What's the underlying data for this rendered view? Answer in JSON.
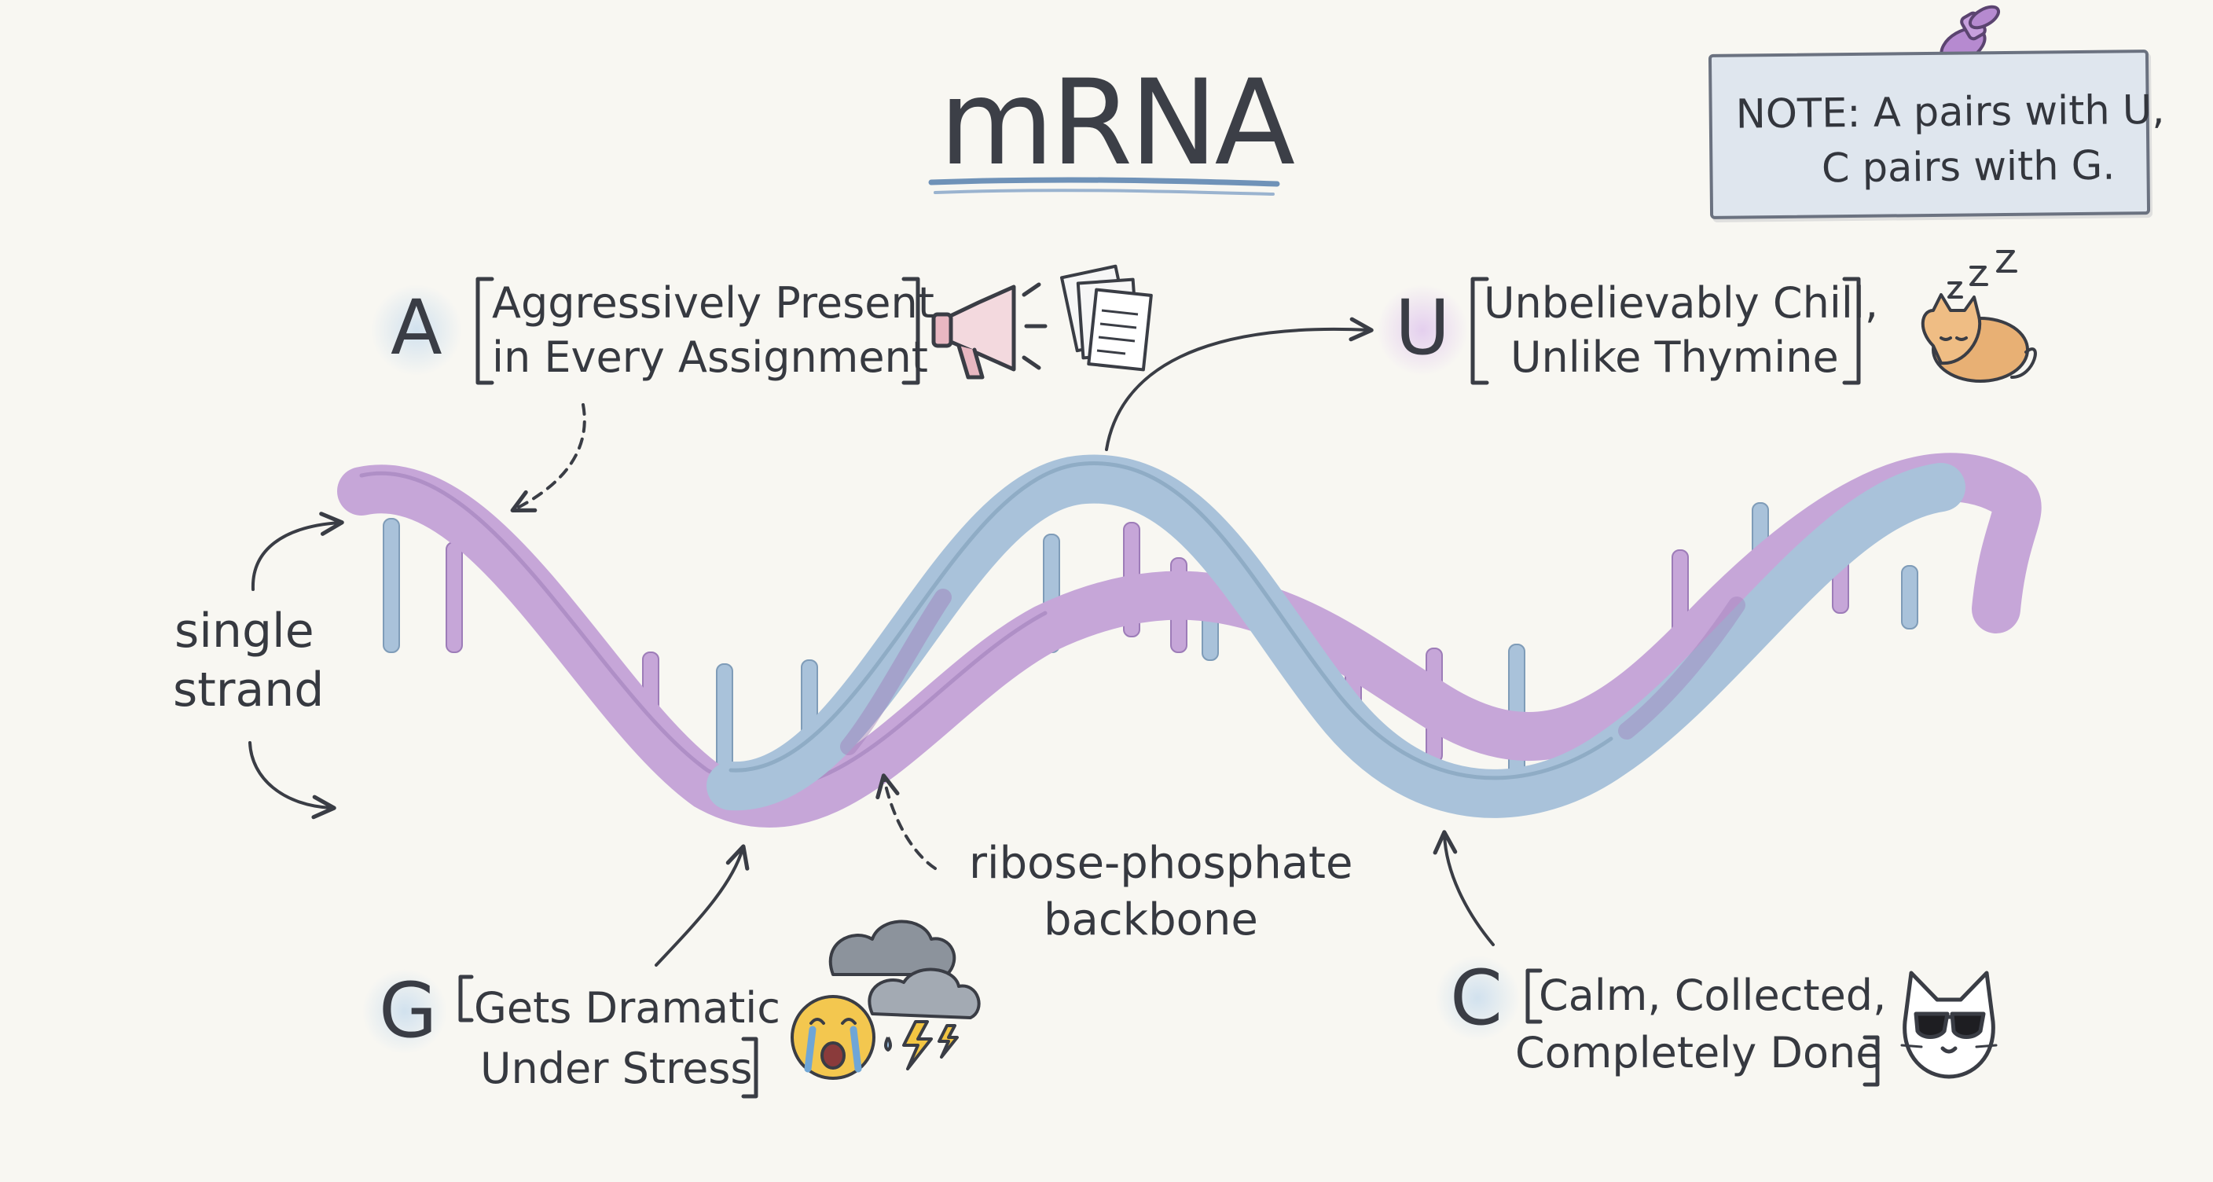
{
  "title": "mRNA",
  "note": {
    "line1": "NOTE: A pairs with U,",
    "line2": "C pairs with G."
  },
  "bases": {
    "a": {
      "letter": "A",
      "line1": "Aggressively Present",
      "line2": "in Every Assignment",
      "icons": [
        "megaphone-icon",
        "papers-icon"
      ]
    },
    "u": {
      "letter": "U",
      "line1": "Unbelievably Chill,",
      "line2": "Unlike Thymine",
      "icons": [
        "sleeping-cat-icon"
      ]
    },
    "g": {
      "letter": "G",
      "line1": "Gets Dramatic",
      "line2": "Under Stress",
      "icons": [
        "crying-face-icon",
        "storm-cloud-icon"
      ]
    },
    "c": {
      "letter": "C",
      "line1": "Calm, Collected,",
      "line2": "Completely Done",
      "icons": [
        "cool-cat-sunglasses-icon"
      ]
    }
  },
  "labels": {
    "single_line1": "single",
    "single_line2": "strand",
    "backbone_line1": "ribose-phosphate",
    "backbone_line2": "backbone"
  },
  "colors": {
    "purple": "#c6a6d8",
    "purple_dark": "#9d7cb8",
    "blue": "#a9c2da",
    "blue_dark": "#7f9cb8",
    "ink": "#3a3d45",
    "paper": "#f8f7f2",
    "note_card": "#dfe6ee"
  }
}
